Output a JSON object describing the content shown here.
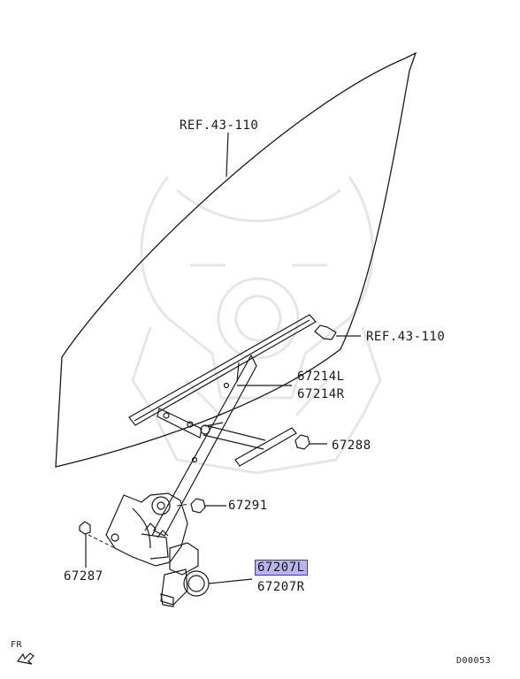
{
  "labels": {
    "ref_glass": "REF.43-110",
    "ref_clip": "REF.43-110",
    "part_67214L": "67214L",
    "part_67214R": "67214R",
    "part_67288": "67288",
    "part_67291": "67291",
    "part_67287": "67287",
    "part_67207L": "67207L",
    "part_67207R": "67207R",
    "fr": "FR",
    "diagram_code": "D00053"
  },
  "highlight_color": "#b9b4ea",
  "line_color": "#1a1a1a",
  "watermark_color": "#e8e8e8"
}
